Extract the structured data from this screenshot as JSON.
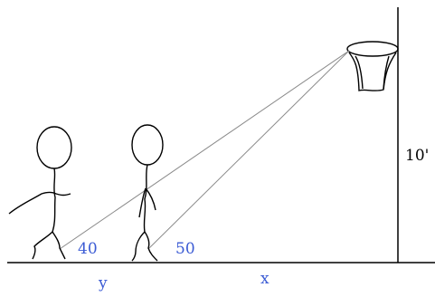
{
  "diagram": {
    "height_label": "10'",
    "distance_x_label": "x",
    "distance_y_label": "y",
    "angle_near_label": "50",
    "angle_far_label": "40",
    "ink_color": "#000000",
    "label_color": "#3b5bd4",
    "sightline_color": "#8a8a8a"
  }
}
